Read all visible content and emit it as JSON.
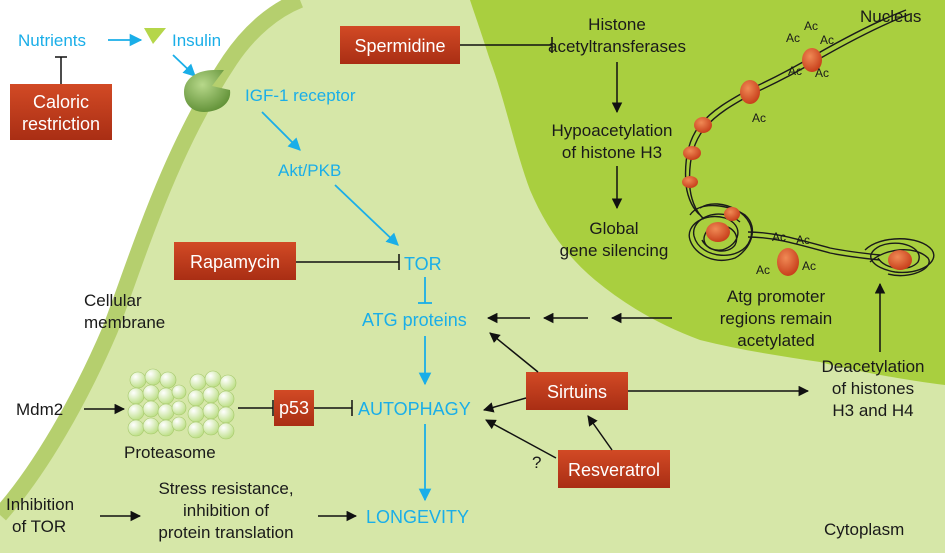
{
  "labels": {
    "nucleus": "Nucleus",
    "cytoplasm": "Cytoplasm",
    "cellular_membrane": [
      "Cellular",
      "membrane"
    ],
    "proteasome": "Proteasome",
    "nutrients": "Nutrients",
    "insulin": "Insulin",
    "caloric_restriction": [
      "Caloric",
      "restriction"
    ],
    "igf1_receptor": "IGF-1 receptor",
    "akt_pkb": "Akt/PKB",
    "rapamycin": "Rapamycin",
    "tor": "TOR",
    "atg_proteins": "ATG proteins",
    "autophagy": "AUTOPHAGY",
    "longevity": "LONGEVITY",
    "mdm2": "Mdm2",
    "p53": "p53",
    "inhibition_of_tor": [
      "Inhibition",
      "of TOR"
    ],
    "stress_resistance": [
      "Stress resistance,",
      "inhibition of",
      "protein translation"
    ],
    "spermidine": "Spermidine",
    "histone_acetyltransferases": [
      "Histone",
      "acetyltransferases"
    ],
    "hypoacetylation": [
      "Hypoacetylation",
      "of histone H3"
    ],
    "global_silencing": [
      "Global",
      "gene silencing"
    ],
    "atg_promoter": [
      "Atg promoter",
      "regions remain",
      "acetylated"
    ],
    "sirtuins": "Sirtuins",
    "resveratrol": "Resveratrol",
    "question_mark": "?",
    "deacetylation": [
      "Deacetylation",
      "of histones",
      "H3 and H4"
    ],
    "ac": "Ac"
  },
  "colors": {
    "cytoplasm": "#d6e7a8",
    "nucleus": "#a9cf3f",
    "membrane": "#b5cf6e",
    "drug_box": "#c0391c",
    "pathway_blue": "#1aaee8",
    "histone_orange": "#e0542a",
    "receptor_green": "#8db84a"
  }
}
